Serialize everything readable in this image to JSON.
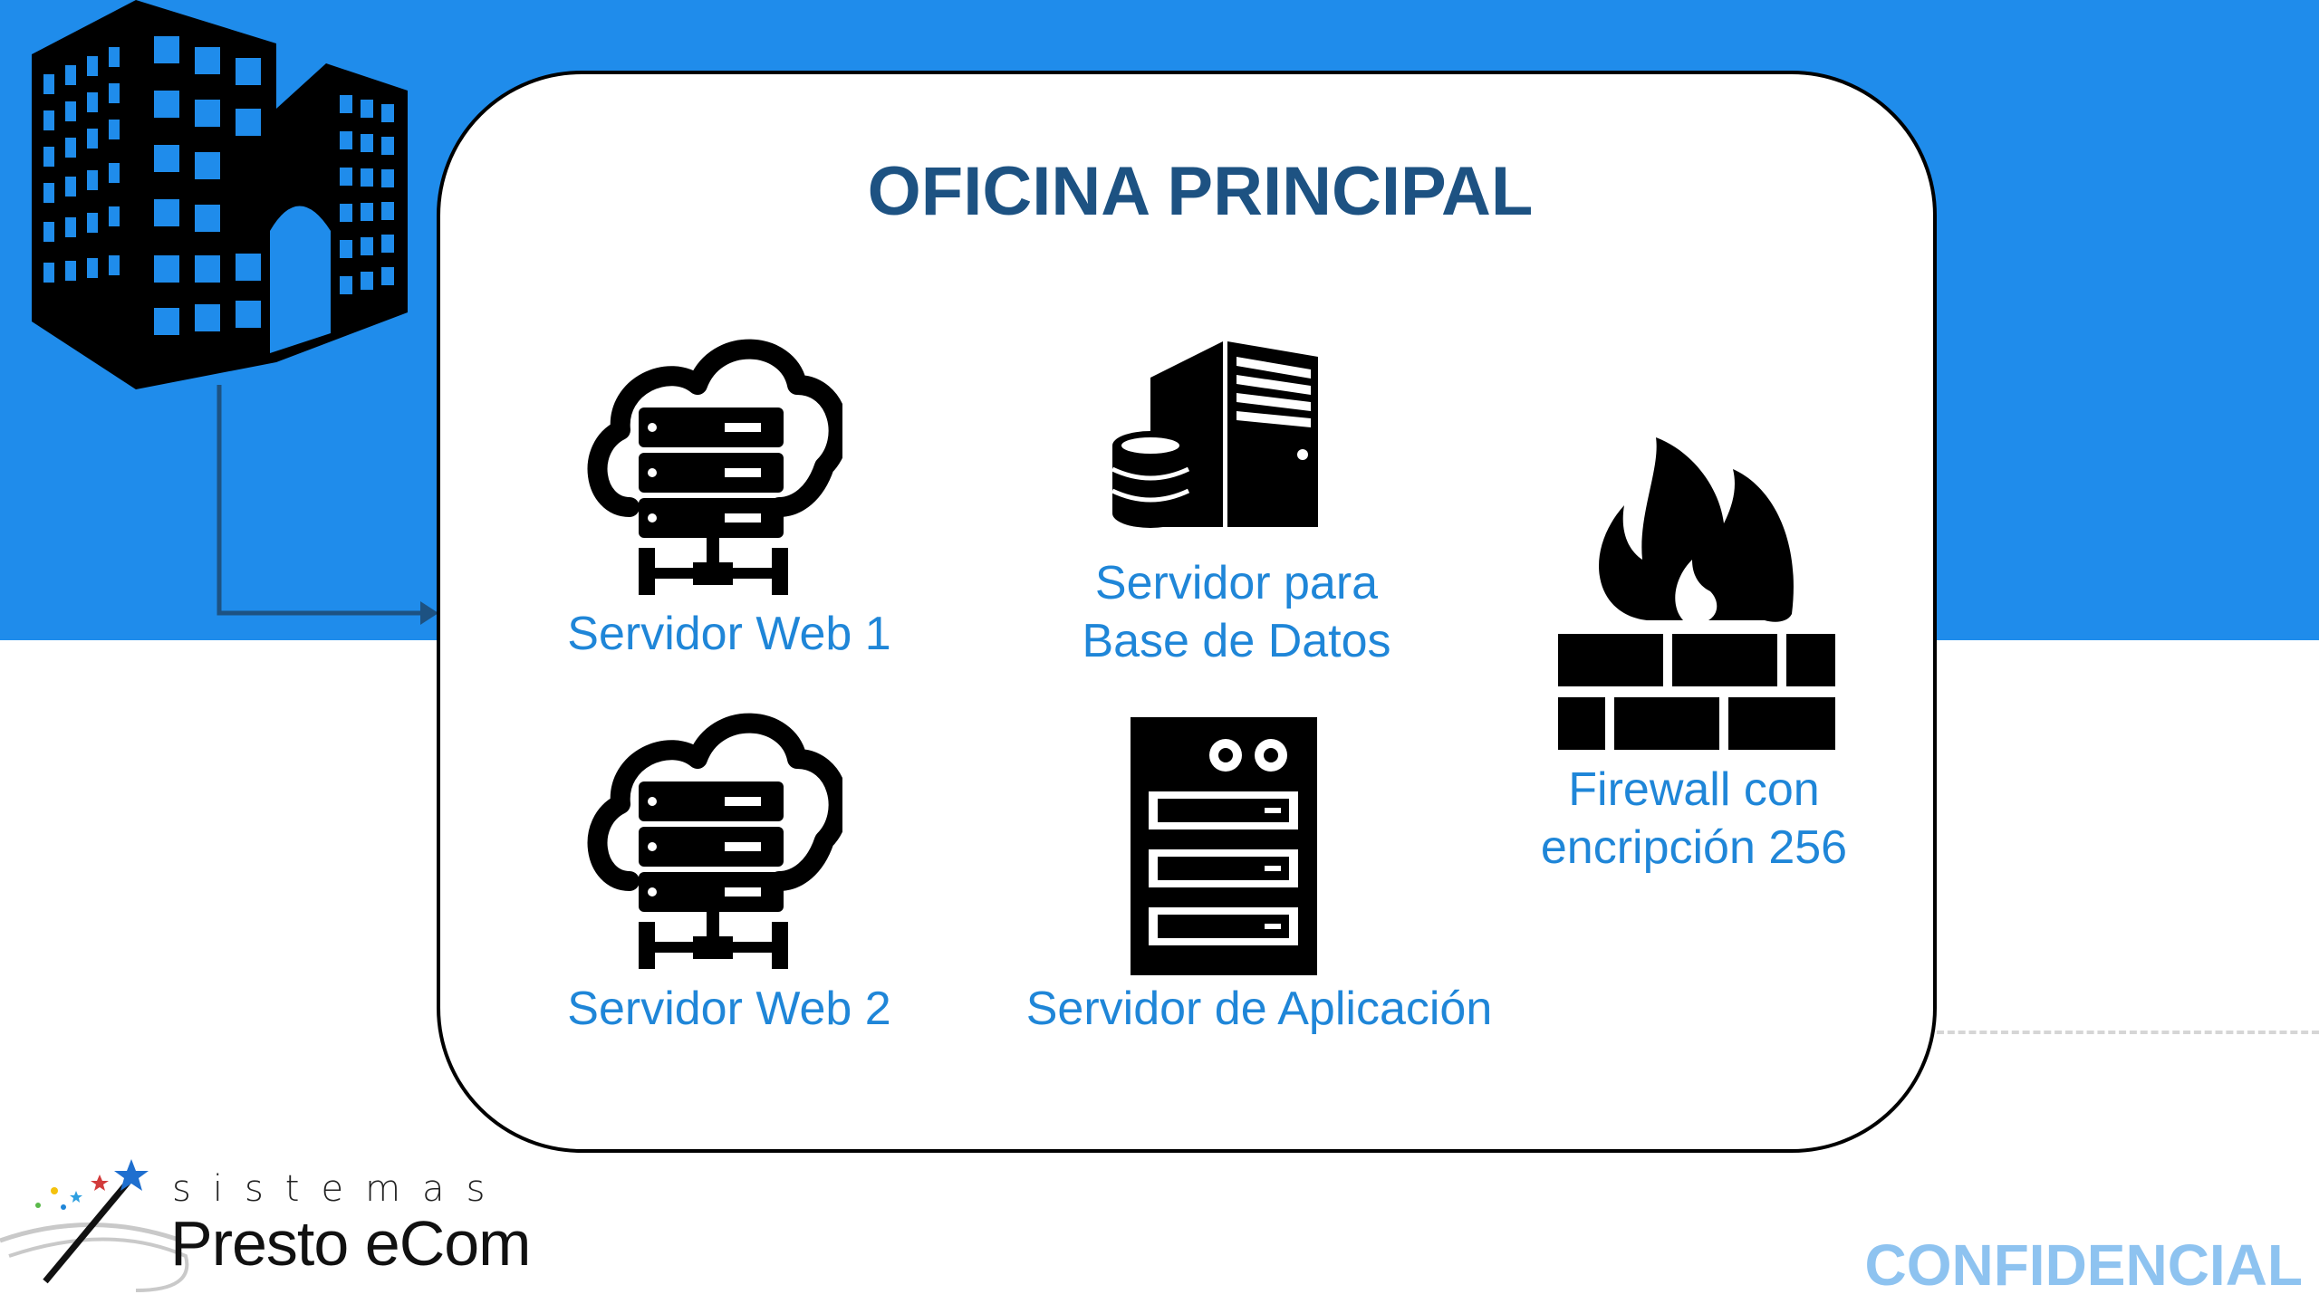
{
  "title": "OFICINA PRINCIPAL",
  "nodes": {
    "web1": "Servidor Web 1",
    "web2": "Servidor Web 2",
    "db_line1": "Servidor para",
    "db_line2": "Base de Datos",
    "app": "Servidor de Aplicación",
    "fw_line1": "Firewall con",
    "fw_line2": "encripción 256"
  },
  "logo": {
    "top": "sistemas",
    "main": "Presto eCom"
  },
  "footer": "CONFIDENCIAL",
  "colors": {
    "band": "#1f8ceb",
    "title": "#1d5282",
    "label": "#1f86d8",
    "confidential": "#8ec3f0"
  },
  "icons": [
    "building-icon",
    "cloud-server-icon",
    "database-server-icon",
    "firewall-icon",
    "app-server-icon",
    "magic-wand-icon"
  ]
}
